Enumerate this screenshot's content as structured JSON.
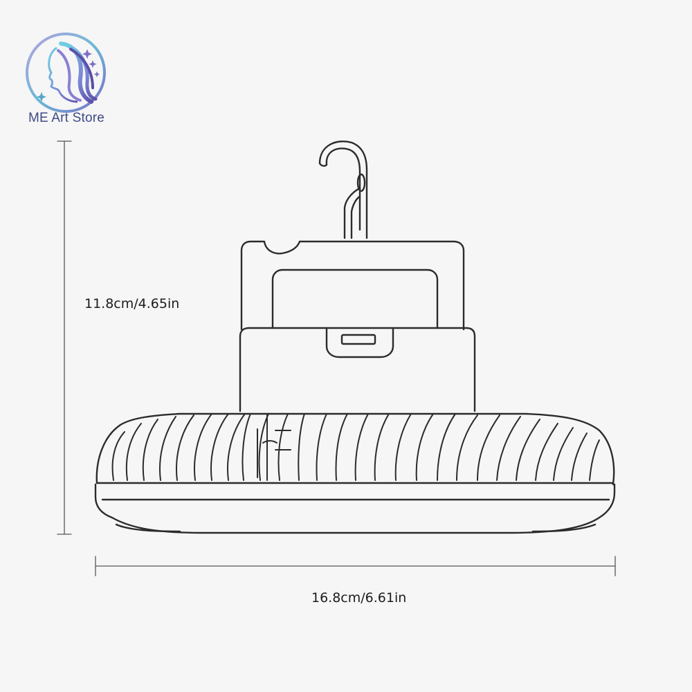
{
  "brand": {
    "name": "ME Art Store",
    "colors": {
      "primary": "#3e4a86",
      "accent": "#a98ad8",
      "teal": "#69b7d6"
    }
  },
  "dimensions": {
    "height_label": "11.8cm/4.65in",
    "width_label": "16.8cm/6.61in"
  },
  "product": {
    "type": "hanging fan lamp with hook",
    "line_color": "#2b2b2b"
  }
}
